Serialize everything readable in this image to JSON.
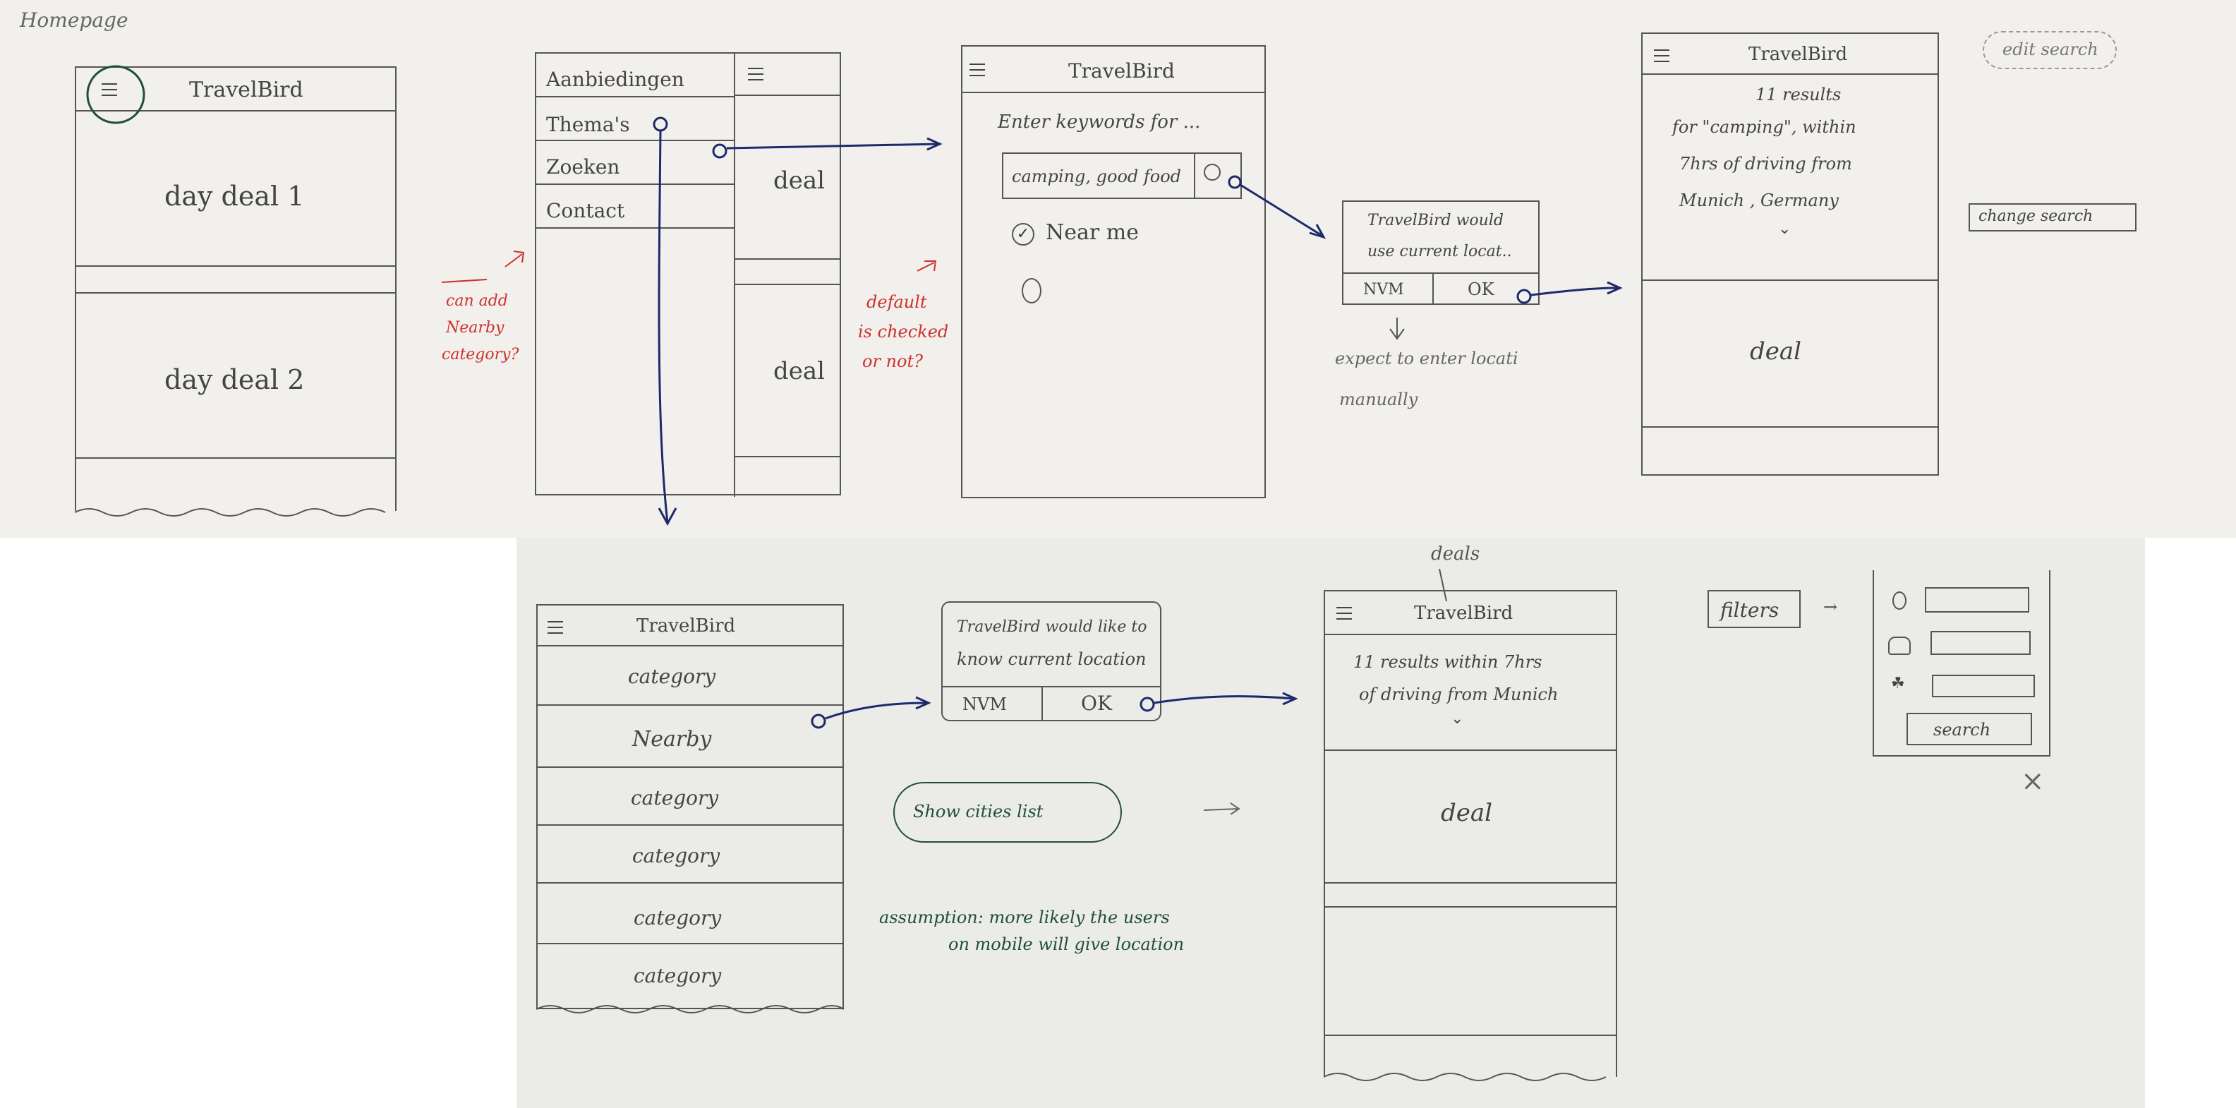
{
  "page_label": "Homepage",
  "app_name": "TravelBird",
  "homepage": {
    "deal1": "day deal 1",
    "deal2": "day deal 2"
  },
  "menu": {
    "items": [
      "Aanbiedingen",
      "Thema's",
      "Zoeken",
      "Contact"
    ],
    "deals": [
      "deal",
      "deal"
    ]
  },
  "search": {
    "prompt": "Enter keywords for ...",
    "input_value": "camping, good food",
    "near_me": "Near me"
  },
  "dialog_top": {
    "line1": "TravelBird would",
    "line2": "use current locat..",
    "nvm": "NVM",
    "ok": "OK"
  },
  "expect_note": {
    "line1": "expect to enter locati",
    "line2": "manually"
  },
  "results_top": {
    "line1": "11 results",
    "line2": "for \"camping\", within",
    "line3": "7hrs of driving from",
    "line4": "Munich , Germany",
    "deal": "deal"
  },
  "edit_search": "edit search",
  "change_search": "change search",
  "red_notes": {
    "nearby": [
      "can add",
      "Nearby",
      "category?"
    ],
    "default": [
      "default",
      "is checked",
      "or not?"
    ]
  },
  "category_screen": {
    "items": [
      "category",
      "Nearby",
      "category",
      "category",
      "category",
      "category"
    ]
  },
  "dialog_bottom": {
    "line1": "TravelBird would like to",
    "line2": "know current location",
    "nvm": "NVM",
    "ok": "OK"
  },
  "cloud": "Show cities list",
  "assumption": {
    "line1": "assumption: more likely the users",
    "line2": "on mobile will give location"
  },
  "deals_label": "deals",
  "results_bottom": {
    "line1": "11 results within 7hrs",
    "line2": "of driving from Munich",
    "deal": "deal"
  },
  "filters": {
    "label": "filters",
    "search_button": "search",
    "close": "×"
  }
}
